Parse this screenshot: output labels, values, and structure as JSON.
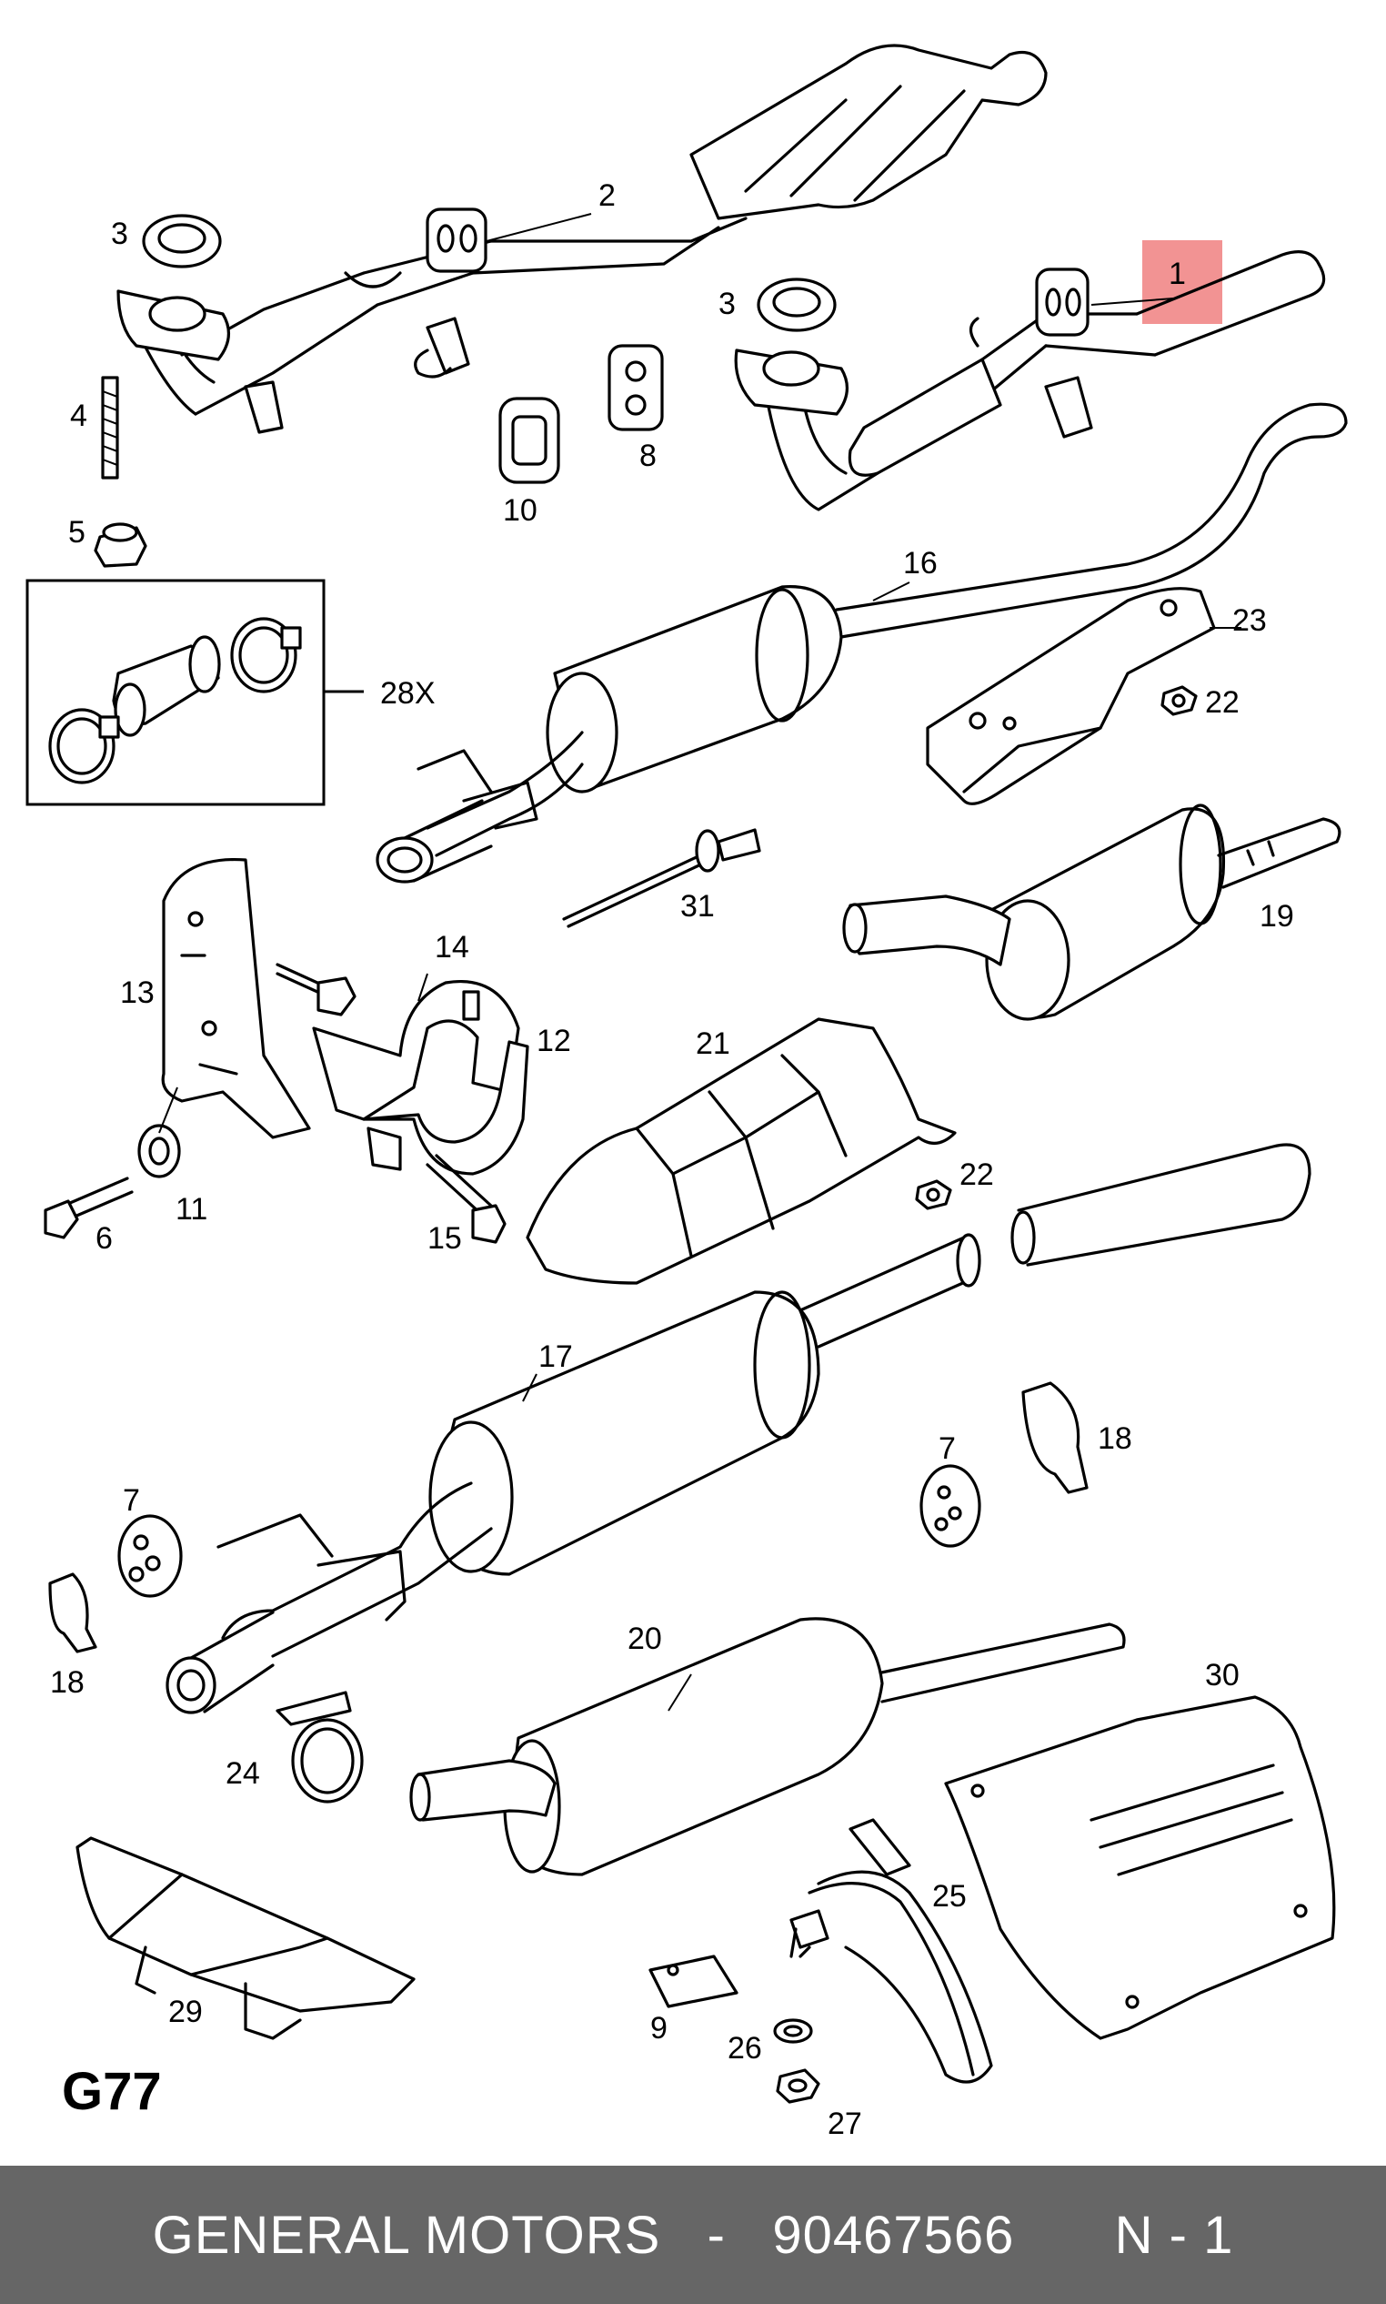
{
  "diagram": {
    "code": "G77",
    "highlight_color": "#f08080",
    "highlighted_callout": "1",
    "callouts": {
      "c1": "1",
      "c2": "2",
      "c3a": "3",
      "c3b": "3",
      "c4": "4",
      "c5": "5",
      "c6": "6",
      "c7a": "7",
      "c7b": "7",
      "c8": "8",
      "c9": "9",
      "c10": "10",
      "c11": "11",
      "c12": "12",
      "c13": "13",
      "c14": "14",
      "c15": "15",
      "c16": "16",
      "c17": "17",
      "c18a": "18",
      "c18b": "18",
      "c19": "19",
      "c20": "20",
      "c21": "21",
      "c22a": "22",
      "c22b": "22",
      "c23": "23",
      "c24": "24",
      "c25": "25",
      "c26": "26",
      "c27": "27",
      "c28": "28X",
      "c29": "29",
      "c30": "30",
      "c31": "31"
    }
  },
  "footer": {
    "brand": "GENERAL MOTORS",
    "separator": "-",
    "part_number": "90467566",
    "position": "N - 1",
    "background": "#666666"
  }
}
